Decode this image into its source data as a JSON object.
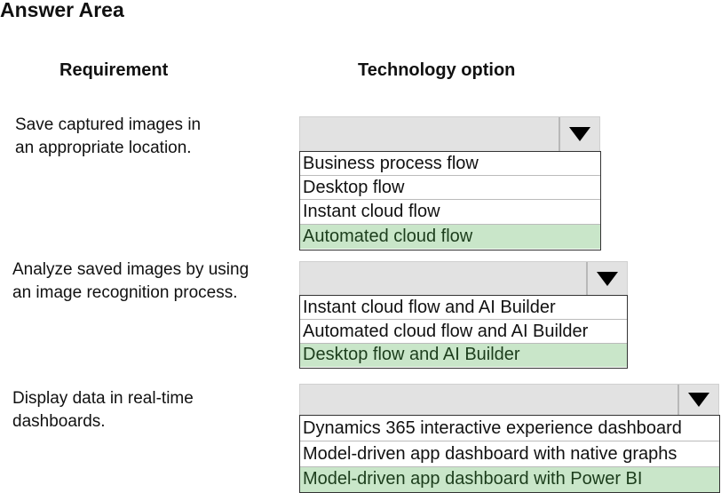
{
  "title": "Answer Area",
  "headers": {
    "requirement": "Requirement",
    "technology": "Technology option"
  },
  "colors": {
    "selected_bg": "#c9e6c9",
    "dropdown_bg": "#e2e2e2"
  },
  "rows": [
    {
      "requirement": [
        "Save captured images in",
        "an appropriate location."
      ],
      "options": [
        "Business process flow",
        "Desktop flow",
        "Instant cloud flow",
        "Automated cloud flow"
      ],
      "selected": 3
    },
    {
      "requirement": [
        "Analyze saved images by using",
        "an image recognition process."
      ],
      "options": [
        "Instant cloud flow and AI Builder",
        "Automated cloud flow and AI Builder",
        "Desktop flow and AI Builder"
      ],
      "selected": 2
    },
    {
      "requirement": [
        "Display data in real-time",
        "dashboards."
      ],
      "options": [
        "Dynamics 365 interactive experience dashboard",
        "Model-driven app dashboard with native graphs",
        "Model-driven app dashboard with Power BI"
      ],
      "selected": 2
    }
  ]
}
